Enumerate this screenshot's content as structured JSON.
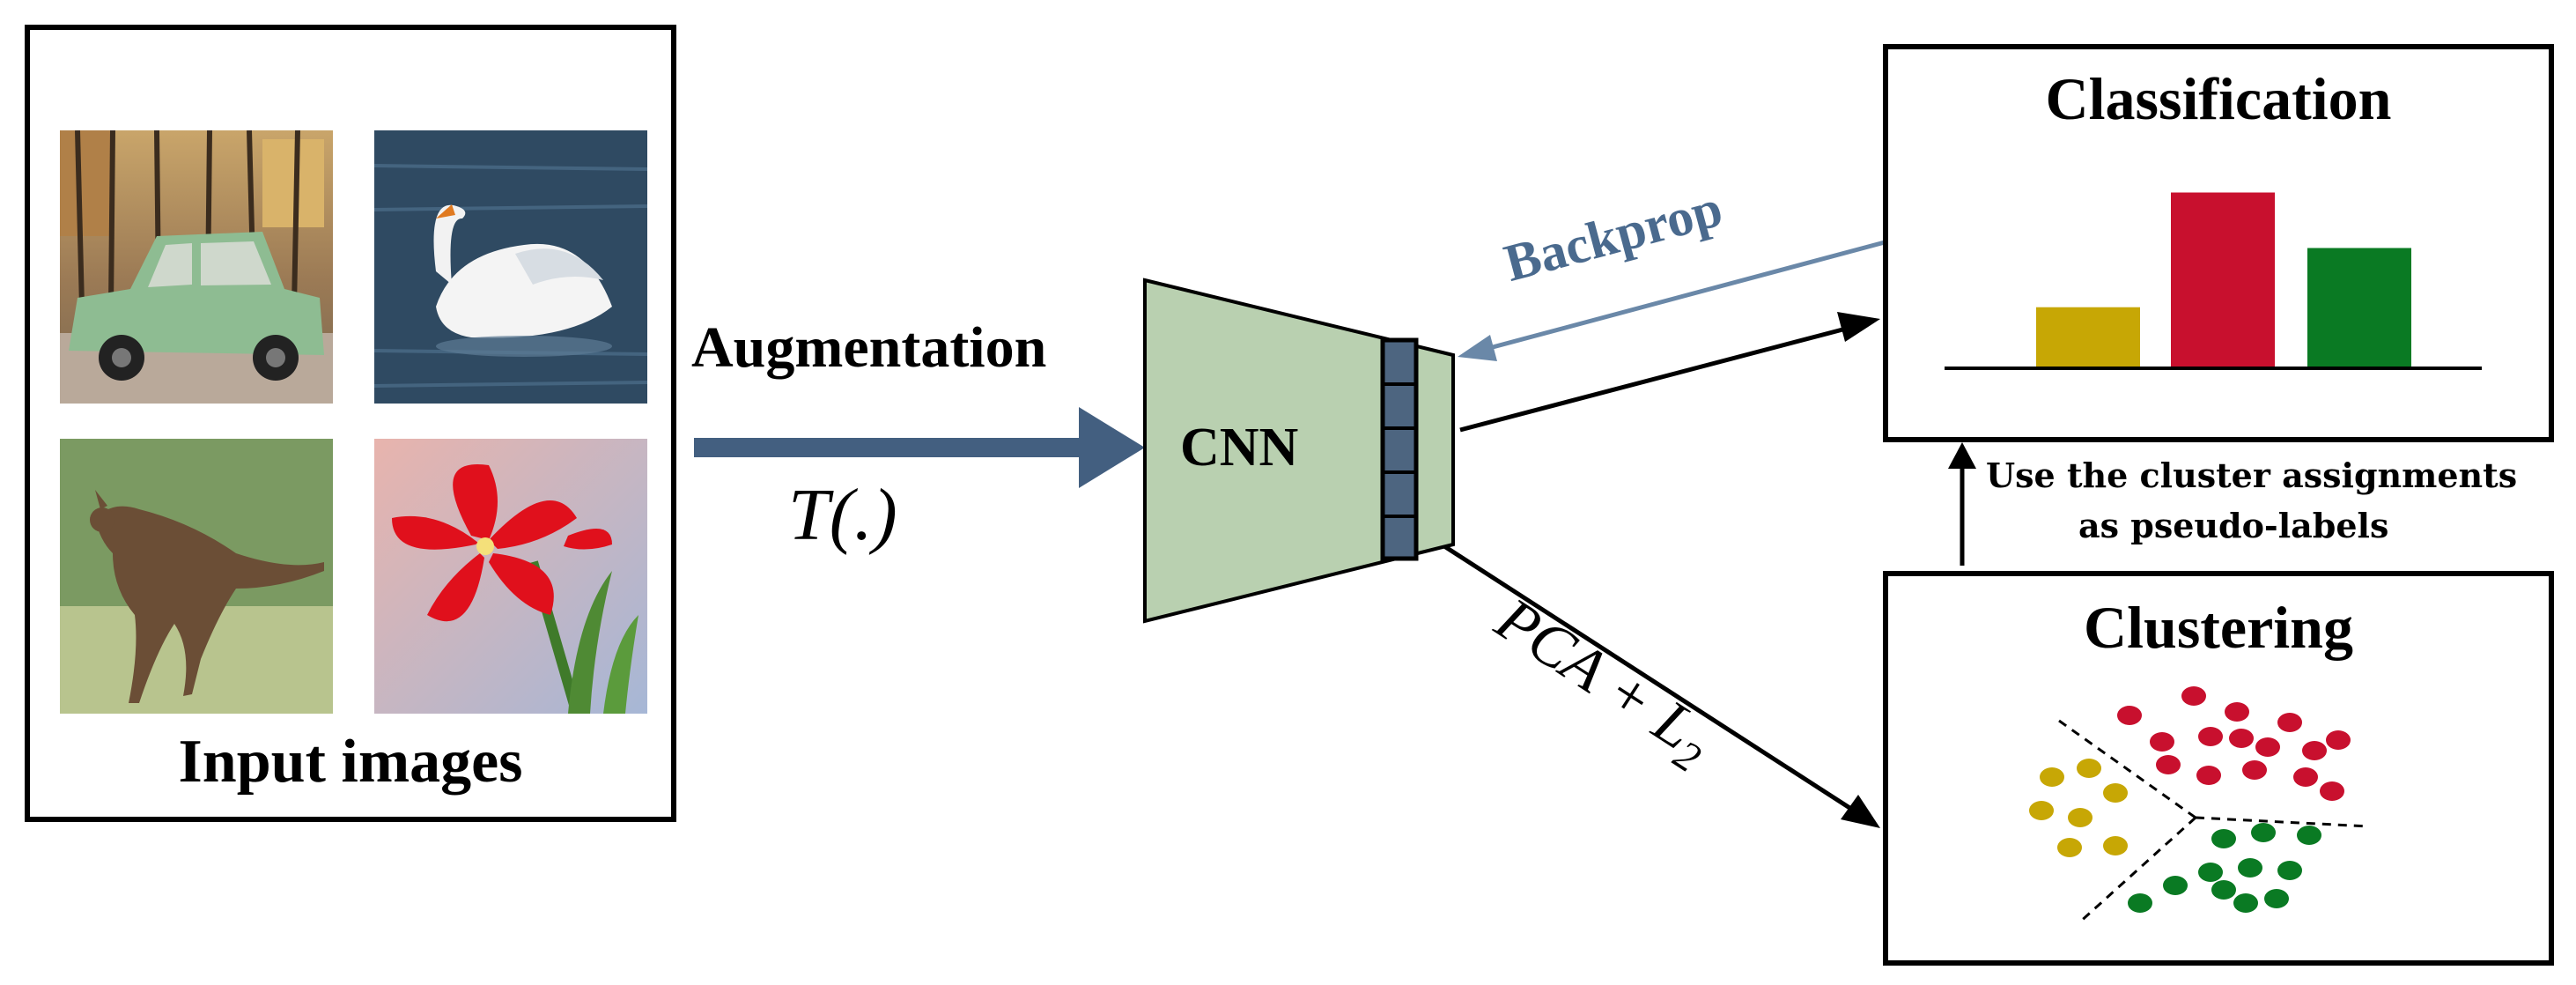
{
  "input_panel": {
    "caption": "Input images"
  },
  "augmentation": {
    "label": "Augmentation",
    "formula": "T(.)"
  },
  "cnn": {
    "label": "CNN"
  },
  "backprop": {
    "label": "Backprop"
  },
  "classification": {
    "title": "Classification",
    "bar_values": [
      0.33,
      0.95,
      0.65
    ],
    "bar_colors": [
      "#c7a705",
      "#c8102e",
      "#0a7a23"
    ]
  },
  "pca": {
    "label_main": "PCA + L",
    "label_sub": "2"
  },
  "pseudo_labels": {
    "line1": "Use the cluster assignments",
    "line2": "as pseudo-labels"
  },
  "clustering": {
    "title": "Clustering"
  },
  "colors": {
    "arrow_blue": "#435f80",
    "backprop_blue": "#6a88a8",
    "cnn_fill": "#b9d0b0",
    "feature_fill": "#4d6580",
    "yellow": "#c7a705",
    "red": "#c8102e",
    "green": "#0a7a23"
  }
}
